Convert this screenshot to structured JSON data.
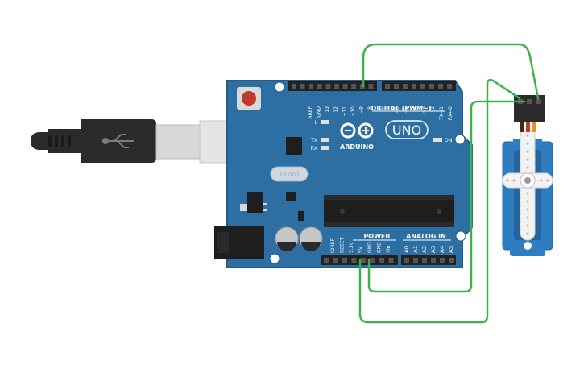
{
  "board": {
    "logo_text": "ARDUINO",
    "model": "UNO",
    "digital_label": "DIGITAL (PWM~)",
    "power_label": "POWER",
    "analog_label": "ANALOG IN",
    "led_l": "L",
    "led_tx": "TX",
    "led_rx": "RX",
    "led_on": "ON",
    "crystal_label": "16.000",
    "top_pins": [
      "AREF",
      "GND",
      "13",
      "12",
      "~11",
      "~10",
      "~9",
      "8",
      "7",
      "~6",
      "~5",
      "4",
      "~3",
      "2",
      "TX→1",
      "RX←0"
    ],
    "power_pins": [
      "IOREF",
      "RESET",
      "3.3V",
      "5V",
      "GND",
      "GND",
      "Vin"
    ],
    "analog_pins": [
      "A0",
      "A1",
      "A2",
      "A3",
      "A4",
      "A5"
    ]
  },
  "colors": {
    "board": "#2e6fa3",
    "board_edge": "#245b87",
    "wire": "#3cb34a",
    "servo_body": "#2f7dc1",
    "usb_cable": "#2b2b2b",
    "reset_button": "#c0392b"
  },
  "icons": [
    "usb-cable-icon",
    "usb-symbol-icon",
    "arduino-logo-icon",
    "servo-motor-icon"
  ]
}
